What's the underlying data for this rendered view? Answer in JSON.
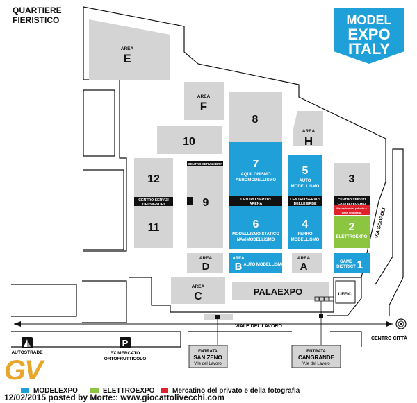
{
  "title_line1": "QUARTIERE",
  "title_line2": "FIERISTICO",
  "logo": {
    "line1": "MODEL",
    "line2": "EXPO",
    "line3": "ITALY"
  },
  "colors": {
    "hall_grey": "#d4d4d4",
    "modelexpo_blue": "#1fa0d8",
    "elettroexpo_green": "#8cc540",
    "mercatino_red": "#e0202a",
    "outline": "#111111",
    "black_bar": "#111111"
  },
  "halls": {
    "e": {
      "area": "AREA",
      "letter": "E"
    },
    "f": {
      "area": "AREA",
      "letter": "F"
    },
    "h": {
      "area": "AREA",
      "letter": "H"
    },
    "d": {
      "area": "AREA",
      "letter": "D"
    },
    "b": {
      "area": "AREA",
      "letter": "B",
      "desc": "AUTO MODELLISMO"
    },
    "a": {
      "area": "AREA",
      "letter": "A"
    },
    "c": {
      "area": "AREA",
      "letter": "C"
    },
    "h8": {
      "num": "8"
    },
    "h10": {
      "num": "10"
    },
    "h12": {
      "num": "12"
    },
    "h11": {
      "num": "11"
    },
    "h9": {
      "num": "9"
    },
    "h7": {
      "num": "7",
      "desc1": "AQUILONISMO",
      "desc2": "AEROMODELLISMO"
    },
    "h6": {
      "num": "6",
      "desc1": "MODELLISMO STATICO",
      "desc2": "NAVIMODELLISMO"
    },
    "h5": {
      "num": "5",
      "desc1": "AUTO",
      "desc2": "MODELLISMO"
    },
    "h4": {
      "num": "4",
      "desc1": "FERRO",
      "desc2": "MODELLISMO"
    },
    "h3": {
      "num": "3"
    },
    "h2": {
      "num": "2",
      "desc": "ELETTROEXPO"
    },
    "h1": {
      "num": "1",
      "desc1": "GAME",
      "desc2": "DISTRICT"
    },
    "palaexpo": {
      "name": "PALAEXPO"
    }
  },
  "service_centers": {
    "bra": "CENTRO SERVIZI BRA",
    "signori": {
      "l1": "CENTRO SERVIZI",
      "l2": "DEI SIGNORI"
    },
    "arena": {
      "l1": "CENTRO SERVIZI",
      "l2": "ARENA"
    },
    "erbe": {
      "l1": "CENTRO SERVIZI",
      "l2": "DELLE ERBE"
    },
    "castelvecchio": {
      "l1": "CENTRO SERVIZI",
      "l2": "CASTELVECCHIO"
    },
    "mercatino": {
      "l1": "Mercatino del privato e",
      "l2": "della fotografia"
    }
  },
  "uffici": "UFFICI",
  "streets": {
    "lavoro": "VIALE DEL LAVORO",
    "scopoli": "VIA SCOPOLI"
  },
  "centro_citta": "CENTRO CITTÀ",
  "autostrade": "AUTOSTRADE",
  "parking": {
    "symbol": "P",
    "l1": "EX MERCATO",
    "l2": "ORTOFRUTTICOLO"
  },
  "entrances": {
    "san_zeno": {
      "l1": "ENTRATA",
      "l2": "SAN ZENO",
      "l3": "V.le del Lavoro"
    },
    "cangrande": {
      "l1": "ENTRATA",
      "l2": "CANGRANDE",
      "l3": "V.le del Lavoro"
    }
  },
  "legend": {
    "modelexpo": "MODELEXPO",
    "elettroexpo": "ELETTROEXPO",
    "mercatino": "Mercatino del privato e della fotografia"
  },
  "watermark": "GV",
  "footer": "12/02/2015 posted by Morte:: www.giocattolivecchi.com"
}
